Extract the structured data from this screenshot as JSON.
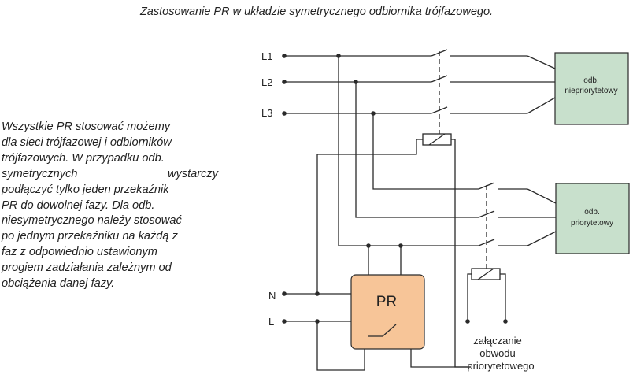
{
  "title": "Zastosowanie PR w układzie symetrycznego odbiornika trójfazowego.",
  "description_lines": [
    "Wszystkie PR stosować możemy",
    "dla sieci trójfazowej i odbiorników",
    "trójfazowych. W przypadku odb.",
    "symetrycznych wystarczy",
    "podłączyć tylko jeden przekaźnik",
    "PR do dowolnej fazy. Dla odb.",
    "niesymetrycznego należy stosować",
    "po jednym przekaźniku na każdą z",
    "faz  z odpowiednio ustawionym",
    "progiem zadziałania zależnym od",
    "obciążenia danej fazy."
  ],
  "terminals": {
    "l1": "L1",
    "l2": "L2",
    "l3": "L3",
    "n": "N",
    "l": "L"
  },
  "loads": {
    "non_priority": [
      "odb.",
      "niepriorytetowy"
    ],
    "priority": [
      "odb.",
      "priorytetowy"
    ]
  },
  "relay_label": "PR",
  "priority_circuit_caption": [
    "załączanie",
    "obwodu",
    "priorytetowego"
  ],
  "colors": {
    "load_fill": "#c8e0cc",
    "relay_fill": "#f7c598",
    "wire": "#2a2a2a"
  }
}
